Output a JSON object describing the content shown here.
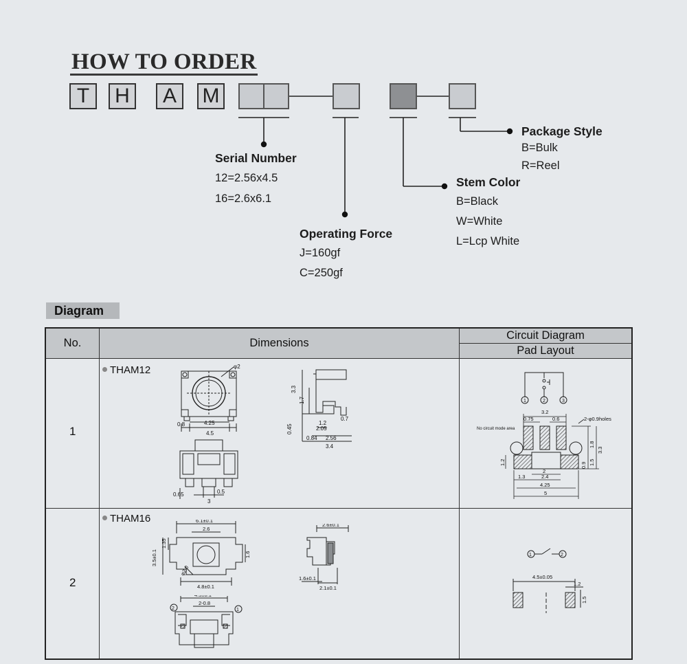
{
  "header": {
    "title": "HOW TO ORDER"
  },
  "code": {
    "letters": [
      "T",
      "H",
      "A",
      "M"
    ]
  },
  "fields": {
    "serial": {
      "title": "Serial Number",
      "options": [
        "12=2.56x4.5",
        "16=2.6x6.1"
      ]
    },
    "force": {
      "title": "Operating Force",
      "options": [
        "J=160gf",
        "C=250gf"
      ]
    },
    "stem": {
      "title": "Stem Color",
      "options": [
        "B=Black",
        "W=White",
        "L=Lcp White"
      ]
    },
    "package": {
      "title": "Package Style",
      "options": [
        "B=Bulk",
        "R=Reel"
      ]
    }
  },
  "diagram": {
    "tab_label": "Diagram",
    "headers": {
      "no": "No.",
      "dimensions": "Dimensions",
      "circuit": "Circuit Diagram",
      "pad": "Pad Layout"
    },
    "rows": [
      {
        "no": "1",
        "model": "THAM12"
      },
      {
        "no": "2",
        "model": "THAM16"
      }
    ]
  },
  "colors": {
    "background": "#e6e9ec",
    "box_light": "#c9ccd0",
    "box_dark": "#8e9093",
    "header_fill": "#c4c7ca"
  }
}
